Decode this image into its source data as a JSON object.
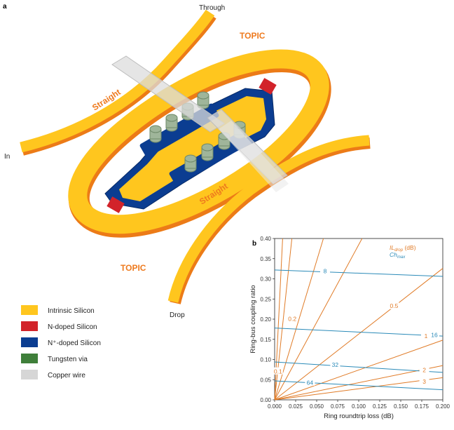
{
  "panel_a": {
    "label": "a",
    "port_through": "Through",
    "port_in": "In",
    "port_drop": "Drop",
    "topic_top": "TOPIC",
    "topic_bottom": "TOPIC",
    "straight_left": "Straight",
    "straight_right": "Straight",
    "colors": {
      "intrinsic": "#ffc61e",
      "intrinsic_edge": "#ec7b17",
      "n_doped": "#d2232a",
      "n_plus": "#0b3d91",
      "tungsten": "#3f7f3a",
      "copper": "#dcdcdc"
    },
    "legend": [
      {
        "label": "Intrinsic Silicon",
        "color": "#ffc61e"
      },
      {
        "label": "N-doped Silicon",
        "color": "#d2232a"
      },
      {
        "label": "N⁺-doped Silicon",
        "color": "#0b3d91"
      },
      {
        "label": "Tungsten via",
        "color": "#3f7f3a"
      },
      {
        "label": "Copper wire",
        "color": "#d6d6d6"
      }
    ]
  },
  "chart_data": {
    "panel_label": "b",
    "type": "line",
    "xlabel": "Ring roundtrip loss (dB)",
    "ylabel": "Ring-bus coupling ratio",
    "xlim": [
      0,
      0.2
    ],
    "ylim": [
      0,
      0.4
    ],
    "xticks": [
      "0.000",
      "0.025",
      "0.050",
      "0.075",
      "0.100",
      "0.125",
      "0.150",
      "0.175",
      "0.200"
    ],
    "yticks": [
      "0.00",
      "0.05",
      "0.10",
      "0.15",
      "0.20",
      "0.25",
      "0.30",
      "0.35",
      "0.40"
    ],
    "legend": [
      {
        "text": "IL",
        "sub": "drop",
        "suffix": " (dB)",
        "color": "#e07b27"
      },
      {
        "text": "Ch",
        "sub": "max",
        "suffix": "",
        "color": "#2a8ab8"
      }
    ],
    "il_series": [
      {
        "name": "0.1",
        "color": "#e07b27",
        "points": [
          [
            0,
            0
          ],
          [
            0.0095,
            0.4
          ]
        ],
        "label_at": [
          0.004,
          0.07
        ]
      },
      {
        "name": "0.2",
        "color": "#e07b27",
        "points": [
          [
            0,
            0
          ],
          [
            0.0205,
            0.4
          ]
        ],
        "label_at": [
          0.021,
          0.2
        ]
      },
      {
        "name": "0.5",
        "color": "#e07b27",
        "points": [
          [
            0,
            0
          ],
          [
            0.058,
            0.4
          ]
        ],
        "label_at": [
          0.03,
          0.135
        ],
        "skip_label": true
      },
      {
        "name": "0.5",
        "color": "#e07b27",
        "points": [
          [
            0,
            0
          ],
          [
            0.104,
            0.4
          ]
        ],
        "label_at": [
          0.142,
          0.232
        ]
      },
      {
        "name": "1",
        "color": "#e07b27",
        "points": [
          [
            0,
            0
          ],
          [
            0.2,
            0.326
          ]
        ],
        "label_at": [
          0.18,
          0.157
        ]
      },
      {
        "name": "1",
        "color": "#e07b27",
        "points": [
          [
            0,
            0
          ],
          [
            0.2,
            0.148
          ]
        ],
        "label_at": [
          0.18,
          0.157
        ],
        "skip_label": true
      },
      {
        "name": "2",
        "color": "#e07b27",
        "points": [
          [
            0,
            0
          ],
          [
            0.2,
            0.085
          ]
        ],
        "label_at": [
          0.178,
          0.073
        ]
      },
      {
        "name": "3",
        "color": "#e07b27",
        "points": [
          [
            0,
            0
          ],
          [
            0.2,
            0.055
          ]
        ],
        "label_at": [
          0.178,
          0.044
        ]
      }
    ],
    "ch_series": [
      {
        "name": "8",
        "color": "#2a8ab8",
        "points": [
          [
            0,
            0.322
          ],
          [
            0.2,
            0.306
          ]
        ],
        "label_at": [
          0.06,
          0.318
        ]
      },
      {
        "name": "16",
        "color": "#2a8ab8",
        "points": [
          [
            0,
            0.178
          ],
          [
            0.2,
            0.158
          ]
        ],
        "label_at": [
          0.19,
          0.16
        ]
      },
      {
        "name": "32",
        "color": "#2a8ab8",
        "points": [
          [
            0,
            0.094
          ],
          [
            0.2,
            0.068
          ]
        ],
        "label_at": [
          0.072,
          0.086
        ]
      },
      {
        "name": "64",
        "color": "#2a8ab8",
        "points": [
          [
            0,
            0.047
          ],
          [
            0.2,
            0.025
          ]
        ],
        "label_at": [
          0.042,
          0.042
        ]
      }
    ]
  }
}
